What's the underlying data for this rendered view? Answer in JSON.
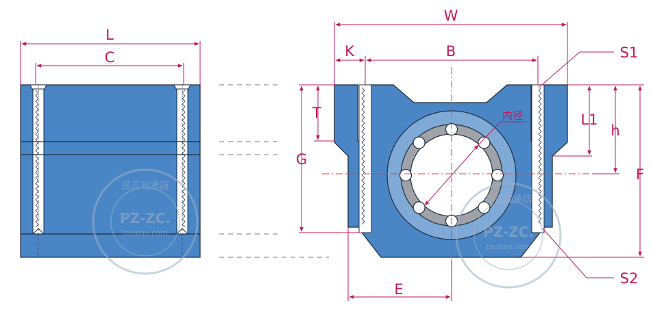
{
  "labels": {
    "L": "L",
    "C": "C",
    "W": "W",
    "K": "K",
    "B": "B",
    "S1": "S1",
    "S2": "S2",
    "T": "T",
    "G": "G",
    "L1": "L1",
    "h": "h",
    "F": "F",
    "E": "E",
    "inner_diameter": "内径"
  },
  "watermark": {
    "brand": "PZ-ZC.",
    "site": "taobao.com",
    "ring_text": "品正轴承店"
  },
  "colors": {
    "housing_blue": "#4a86c6",
    "outline": "#1f2d3d",
    "dimension": "#c2185b",
    "centerline": "#e53935",
    "watermark": "#9bb0c4"
  }
}
